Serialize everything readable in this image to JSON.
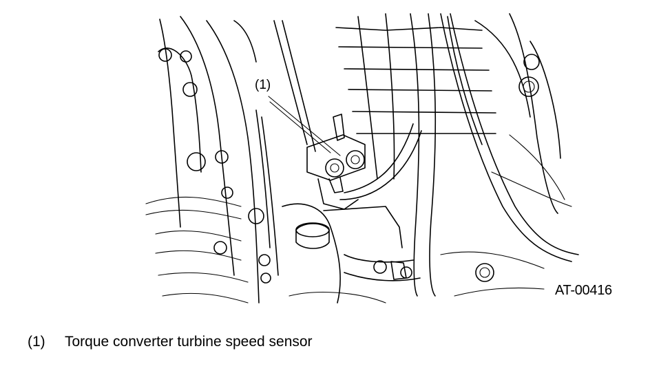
{
  "diagram": {
    "callout_label": "(1)",
    "figure_code": "AT-00416"
  },
  "legend": {
    "items": [
      {
        "number": "(1)",
        "text": "Torque converter turbine speed sensor"
      }
    ]
  }
}
